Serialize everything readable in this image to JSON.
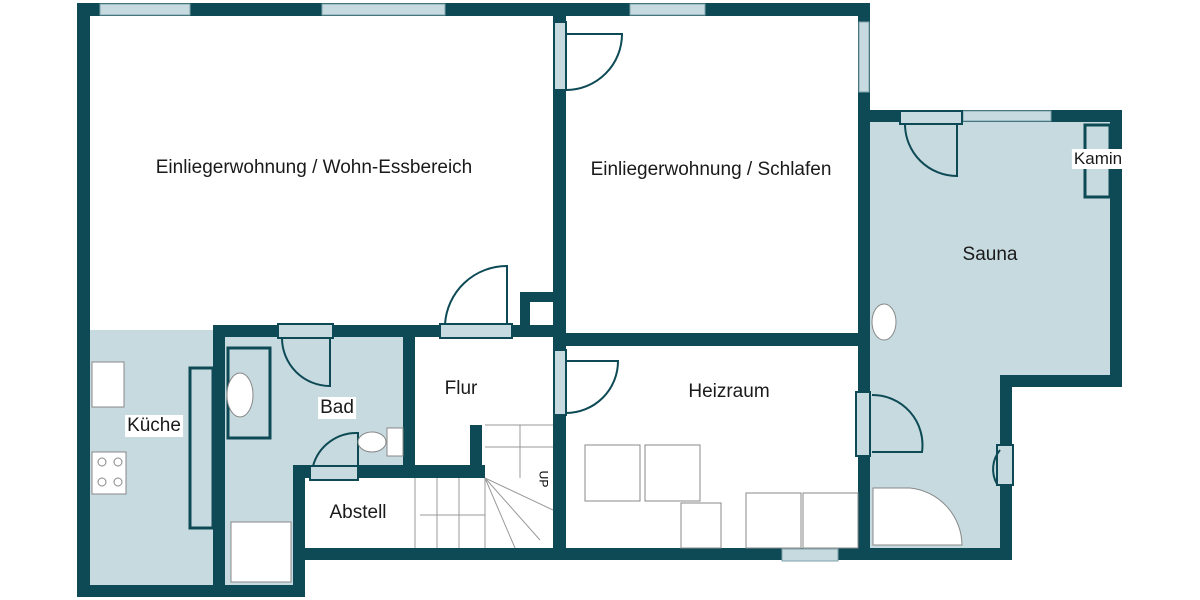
{
  "colors": {
    "wall": "#0d4a55",
    "wet_room_fill": "#c6dadf",
    "window": "#c6dadf"
  },
  "rooms": [
    {
      "id": "wohn",
      "label": "Einliegerwohnung / Wohn-Essbereich"
    },
    {
      "id": "schlafen",
      "label": "Einliegerwohnung / Schlafen"
    },
    {
      "id": "sauna",
      "label": "Sauna"
    },
    {
      "id": "kamin",
      "label": "Kamin"
    },
    {
      "id": "kueche",
      "label": "Küche"
    },
    {
      "id": "bad",
      "label": "Bad"
    },
    {
      "id": "flur",
      "label": "Flur"
    },
    {
      "id": "heizraum",
      "label": "Heizraum"
    },
    {
      "id": "abstell",
      "label": "Abstell"
    }
  ],
  "stair_label": "UP"
}
